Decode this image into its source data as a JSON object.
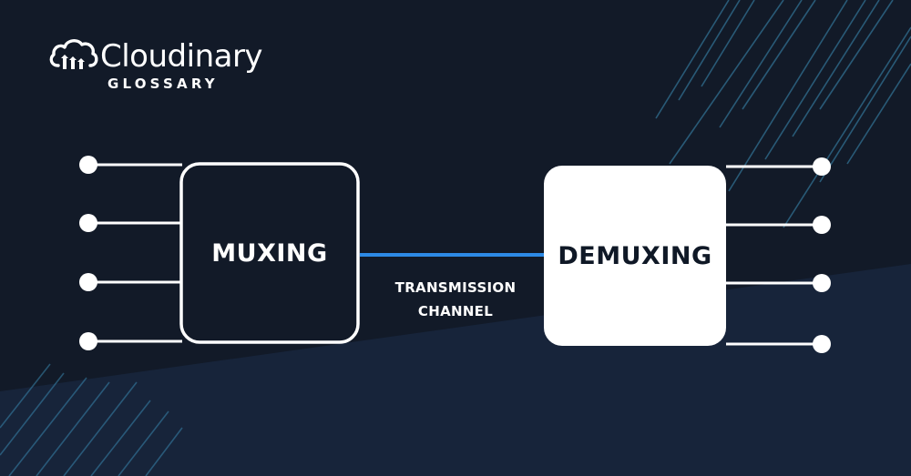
{
  "logo": {
    "brand": "Cloudinary",
    "subtitle": "GLOSSARY"
  },
  "diagram": {
    "mux_label": "MUXING",
    "demux_label": "DEMUXING",
    "channel_label_line1": "TRANSMISSION",
    "channel_label_line2": "CHANNEL",
    "input_count": 4,
    "output_count": 4
  },
  "colors": {
    "background": "#121a28",
    "lower_band": "#17253b",
    "channel_line": "#2d8ae6",
    "stripe": "#3c8fb8",
    "box_outline": "#ffffff",
    "demux_fill": "#ffffff"
  },
  "icons": [
    "cloud-logo-icon"
  ]
}
